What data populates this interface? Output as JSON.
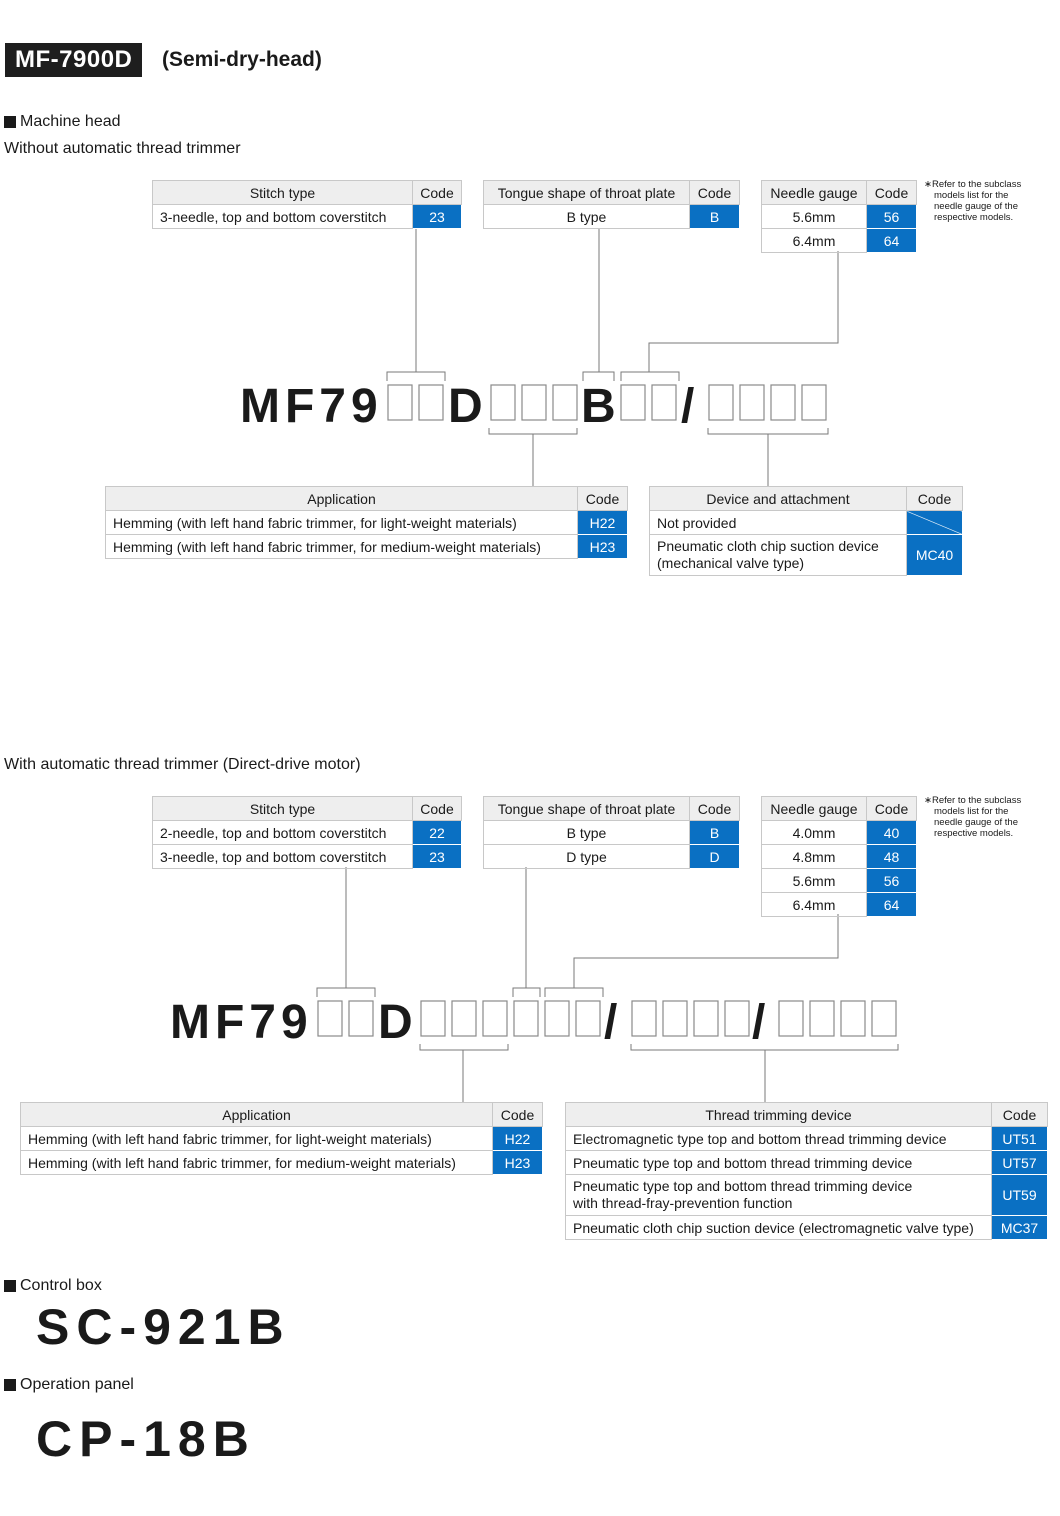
{
  "header": {
    "model_badge": "MF-7900D",
    "subtitle": "(Semi-dry-head)"
  },
  "sections": {
    "machine_head": "Machine head",
    "control_box": "Control box",
    "operation_panel": "Operation panel"
  },
  "without_trimmer": {
    "title": "Without automatic thread trimmer",
    "model_code": {
      "p1": "MF79",
      "p2": "D",
      "p3": "B",
      "slash": "/"
    },
    "stitch_type": {
      "header": "Stitch type",
      "code_header": "Code",
      "rows": [
        {
          "label": "3-needle, top and bottom coverstitch",
          "code": "23"
        }
      ]
    },
    "tongue_shape": {
      "header": "Tongue shape of throat plate",
      "code_header": "Code",
      "rows": [
        {
          "label": "B type",
          "code": "B"
        }
      ]
    },
    "needle_gauge": {
      "header": "Needle gauge",
      "code_header": "Code",
      "rows": [
        {
          "label": "5.6mm",
          "code": "56"
        },
        {
          "label": "6.4mm",
          "code": "64"
        }
      ]
    },
    "note": {
      "line1": "∗Refer to the subclass",
      "line2": "models list for the",
      "line3": "needle gauge of the",
      "line4": "respective models."
    },
    "application": {
      "header": "Application",
      "code_header": "Code",
      "rows": [
        {
          "label": "Hemming (with left hand fabric trimmer, for light-weight materials)",
          "code": "H22"
        },
        {
          "label": "Hemming (with left hand fabric trimmer, for medium-weight materials)",
          "code": "H23"
        }
      ]
    },
    "device": {
      "header": "Device and attachment",
      "code_header": "Code",
      "rows": [
        {
          "label": "Not provided",
          "code": ""
        },
        {
          "label1": "Pneumatic cloth chip suction device",
          "label2": "(mechanical valve type)",
          "code": "MC40"
        }
      ]
    }
  },
  "with_trimmer": {
    "title": "With automatic thread trimmer (Direct-drive motor)",
    "model_code": {
      "p1": "MF79",
      "p2": "D",
      "slash": "/"
    },
    "stitch_type": {
      "header": "Stitch type",
      "code_header": "Code",
      "rows": [
        {
          "label": "2-needle, top and bottom coverstitch",
          "code": "22"
        },
        {
          "label": "3-needle, top and bottom coverstitch",
          "code": "23"
        }
      ]
    },
    "tongue_shape": {
      "header": "Tongue shape of throat plate",
      "code_header": "Code",
      "rows": [
        {
          "label": "B type",
          "code": "B"
        },
        {
          "label": "D type",
          "code": "D"
        }
      ]
    },
    "needle_gauge": {
      "header": "Needle gauge",
      "code_header": "Code",
      "rows": [
        {
          "label": "4.0mm",
          "code": "40"
        },
        {
          "label": "4.8mm",
          "code": "48"
        },
        {
          "label": "5.6mm",
          "code": "56"
        },
        {
          "label": "6.4mm",
          "code": "64"
        }
      ]
    },
    "note": {
      "line1": "∗Refer to the subclass",
      "line2": "models list for the",
      "line3": "needle gauge of the",
      "line4": "respective models."
    },
    "application": {
      "header": "Application",
      "code_header": "Code",
      "rows": [
        {
          "label": "Hemming (with left hand fabric trimmer, for light-weight materials)",
          "code": "H22"
        },
        {
          "label": "Hemming (with left hand fabric trimmer, for medium-weight materials)",
          "code": "H23"
        }
      ]
    },
    "thread_trimming": {
      "header": "Thread trimming device",
      "code_header": "Code",
      "rows": [
        {
          "label": "Electromagnetic type top and bottom thread trimming device",
          "code": "UT51"
        },
        {
          "label": "Pneumatic type top and bottom thread trimming device",
          "code": "UT57"
        },
        {
          "label1": "Pneumatic type top and bottom thread trimming device",
          "label2": "with thread-fray-prevention function",
          "code": "UT59"
        },
        {
          "label": "Pneumatic cloth chip suction device (electromagnetic valve type)",
          "code": "MC37"
        }
      ]
    }
  },
  "control_box_model": "SC-921B",
  "operation_panel_model": "CP-18B"
}
